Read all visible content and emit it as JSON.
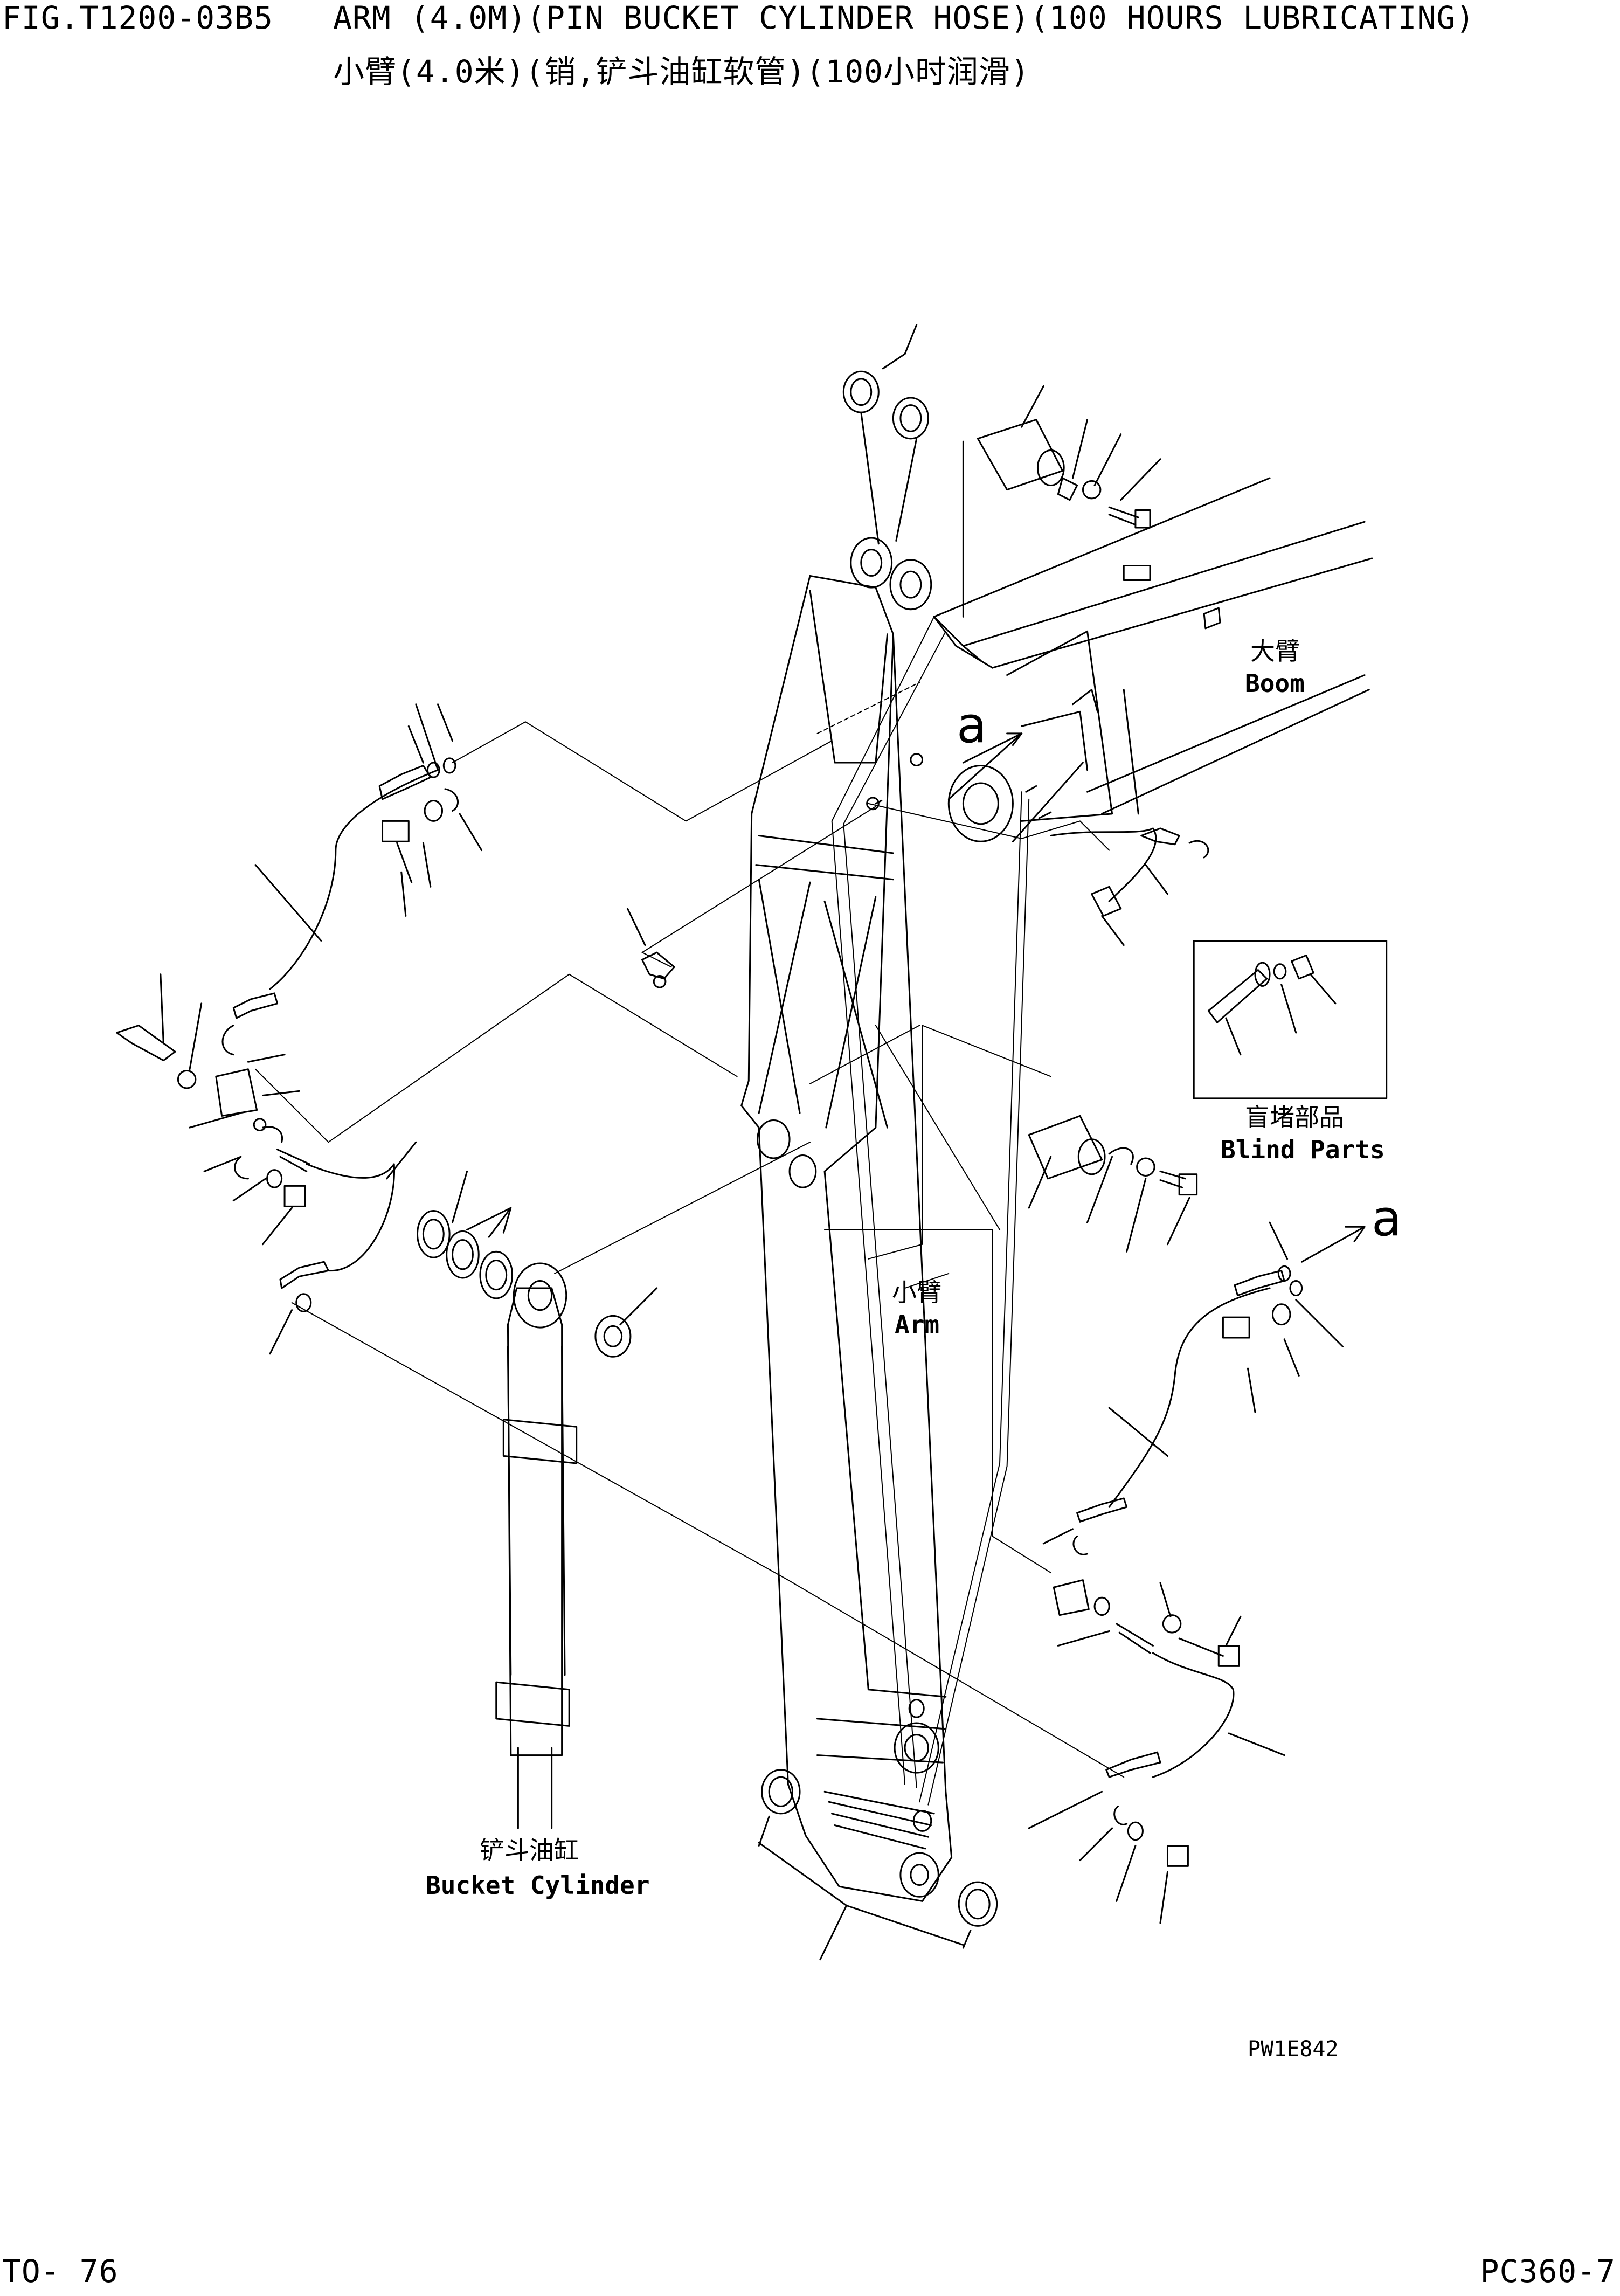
{
  "header": {
    "figure_no": "FIG.T1200-03B5",
    "title_en": "ARM (4.0M)(PIN BUCKET CYLINDER HOSE)(100 HOURS LUBRICATING)",
    "title_cn": "小臂(4.0米)(销,铲斗油缸软管)(100小时润滑)"
  },
  "labels": {
    "boom_cn": "大臂",
    "boom_en": "Boom",
    "arm_cn": "小臂",
    "arm_en": "Arm",
    "blind_cn": "盲堵部品",
    "blind_en": "Blind Parts",
    "bucket_cn": "铲斗油缸",
    "bucket_en": "Bucket Cylinder",
    "callout_top": "a",
    "callout_right": "a"
  },
  "drawing_code": "PW1E842",
  "footer": {
    "page": "TO-  76",
    "model": "PC360-7"
  }
}
